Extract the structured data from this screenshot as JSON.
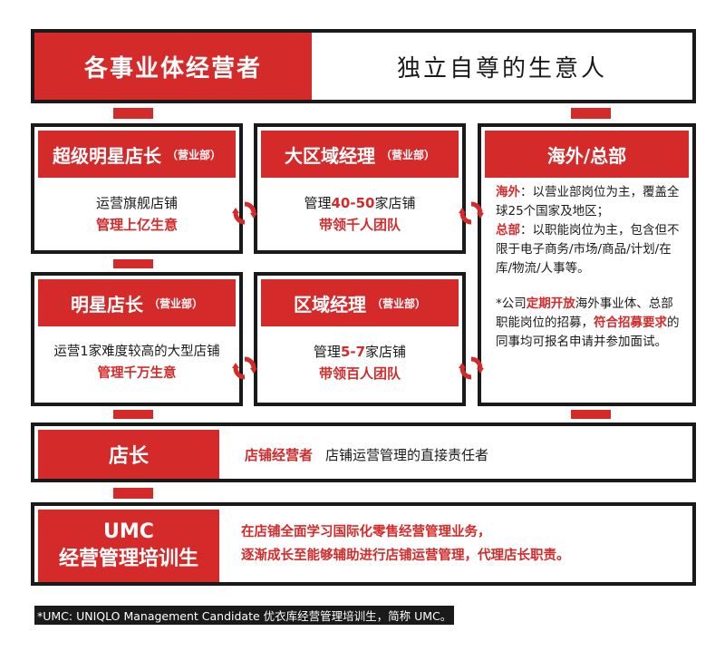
{
  "top": {
    "title": "各事业体经营者",
    "subtitle": "独立自尊的生意人"
  },
  "super_manager": {
    "title": "超级明星店长",
    "tag": "（营业部）",
    "line1": "运营旗舰店铺",
    "line2": "管理上亿生意"
  },
  "area_manager": {
    "title": "大区域经理",
    "tag": "（营业部）",
    "line1_pre": "管理",
    "line1_em": "40-50",
    "line1_post": "家店铺",
    "line2": "带领千人团队"
  },
  "star_manager": {
    "title": "明星店长",
    "tag": "（营业部）",
    "line1": "运营1家难度较高的大型店铺",
    "line2": "管理千万生意"
  },
  "region_manager": {
    "title": "区域经理",
    "tag": "（营业部）",
    "line1_pre": "管理",
    "line1_em": "5-7",
    "line1_post": "家店铺",
    "line2": "带领百人团队"
  },
  "overseas": {
    "title": "海外/总部",
    "p1_em": "海外",
    "p1_text": "：以营业部岗位为主，覆盖全球25个国家及地区；",
    "p2_em": "总部",
    "p2_text": "：以职能岗位为主，包含但不限于电子商务/市场/商品/计划/在库/物流/人事等。",
    "note_pre": "*公司",
    "note_em1": "定期开放",
    "note_mid": "海外事业体、总部职能岗位的招募，",
    "note_em2": "符合招募要求",
    "note_post": "的同事均可报名申请并参加面试。"
  },
  "store_manager": {
    "title": "店长",
    "em": "店铺经营者",
    "text": "店铺运营管理的直接责任者"
  },
  "umc": {
    "title1": "UMC",
    "title2": "经营管理培训生",
    "line1": "在店铺全面学习国际化零售经营管理业务，",
    "line2": "逐渐成长至能够辅助进行店铺运营管理，代理店长职责。"
  },
  "footnote": "*UMC: UNIQLO Management Candidate 优衣库经营管理培训生，简称 UMC。",
  "colors": {
    "accent": "#d42a2a",
    "border": "#1a1a1a"
  }
}
